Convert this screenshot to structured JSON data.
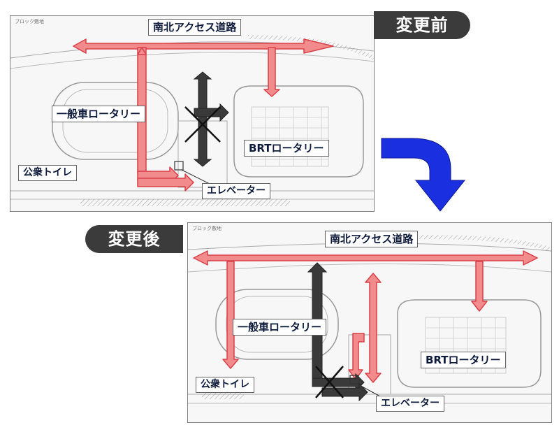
{
  "before": {
    "tag": "変更前",
    "plan_note": "ブロック敷地",
    "labels": {
      "access_road": "南北アクセス道路",
      "general_rotary": "一般車ロータリー",
      "brt_rotary": "BRTロータリー",
      "toilet": "公衆トイレ",
      "elevator": "エレベーター"
    }
  },
  "after": {
    "tag": "変更後",
    "plan_note": "ブロック敷地",
    "labels": {
      "access_road": "南北アクセス道路",
      "general_rotary": "一般車ロータリー",
      "brt_rotary": "BRTロータリー",
      "toilet": "公衆トイレ",
      "elevator": "エレベーター"
    }
  },
  "colors": {
    "route_fill": "#f28b8b",
    "route_stroke": "#d9404a",
    "blocked_route": "#3a3a3a",
    "flow_arrow": "#1a2fe0",
    "tag_bg": "#3b3b3b",
    "label_text": "#0d1a3a"
  },
  "icons": {
    "flow": "curved-down-arrow-icon",
    "blocked": "cross-mark-icon"
  }
}
